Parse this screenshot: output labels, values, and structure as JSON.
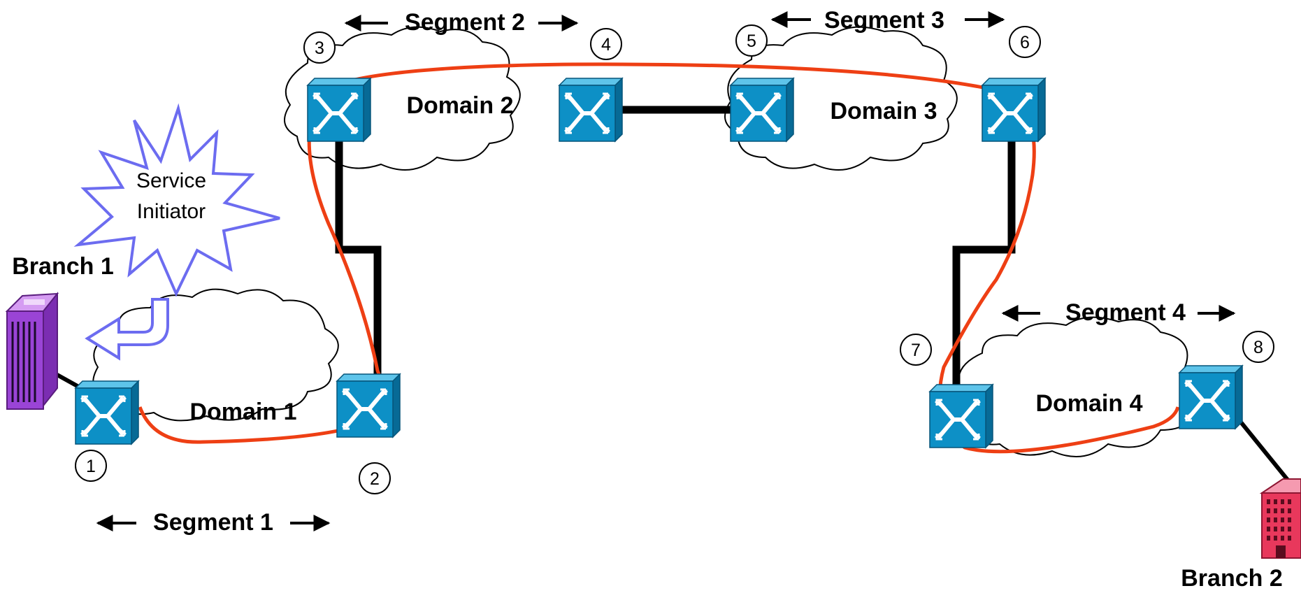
{
  "domains": [
    "Domain 1",
    "Domain 2",
    "Domain 3",
    "Domain 4"
  ],
  "segments": [
    "Segment 1",
    "Segment 2",
    "Segment 3",
    "Segment 4"
  ],
  "nodes": [
    "1",
    "2",
    "3",
    "4",
    "5",
    "6",
    "7",
    "8"
  ],
  "branches": [
    "Branch 1",
    "Branch 2"
  ],
  "service_initiator": {
    "line1": "Service",
    "line2": "Initiator"
  },
  "colors": {
    "switch": "#0d90c6",
    "switch_dark": "#0a6e99",
    "path": "#ee3f14",
    "initiator": "#6c6cf0",
    "branch1": "#9a44d6",
    "branch2": "#e8385c"
  },
  "icons": {
    "switch": "switch-icon",
    "branch1": "server-icon",
    "branch2": "building-icon",
    "initiator": "starburst-icon"
  }
}
